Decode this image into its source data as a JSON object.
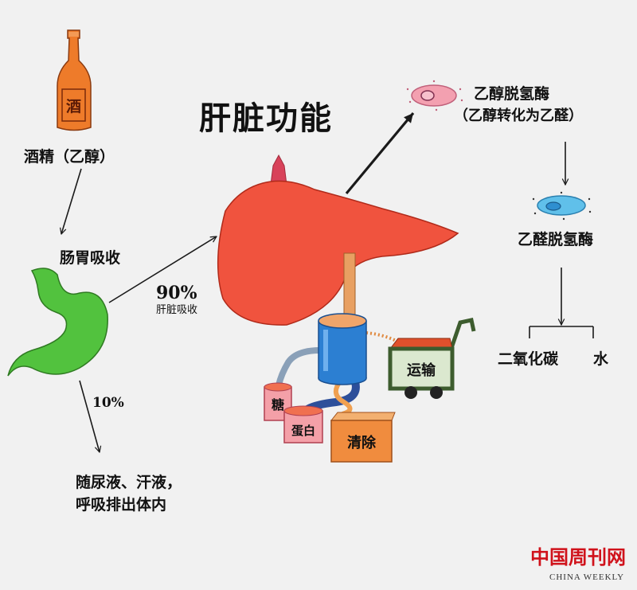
{
  "title": "肝脏功能",
  "alcohol": {
    "bottle_label": "酒",
    "label": "酒精（乙醇）"
  },
  "absorption": {
    "stomach_label": "肠胃吸收",
    "liver_percent": "90%",
    "liver_label": "肝脏吸收",
    "excreted_percent": "10%",
    "excreted_line1": "随尿液、汗液，",
    "excreted_line2": "呼吸排出体内"
  },
  "metabolism": {
    "enzyme1_name": "乙醇脱氢酶",
    "enzyme1_note": "（乙醇转化为乙醛）",
    "enzyme2_name": "乙醛脱氢酶",
    "product1": "二氧化碳",
    "product2": "水"
  },
  "liver_machine": {
    "sugar": "糖",
    "protein": "蛋白",
    "clear": "清除",
    "transport": "运输"
  },
  "logo": {
    "name": "中国周刊网",
    "subtitle": "CHINA WEEKLY"
  },
  "colors": {
    "background": "#f1f1f1",
    "bottle": "#ee7b2a",
    "stomach": "#52c23e",
    "liver": "#f0533e",
    "enzyme1": "#f3a0b0",
    "enzyme2": "#60c0ea",
    "cylinder": "#2c7fd2",
    "cart_frame": "#3d5c2e",
    "clear_box": "#f08c3e",
    "can": "#f4a0a8",
    "logo": "#d0121b"
  }
}
